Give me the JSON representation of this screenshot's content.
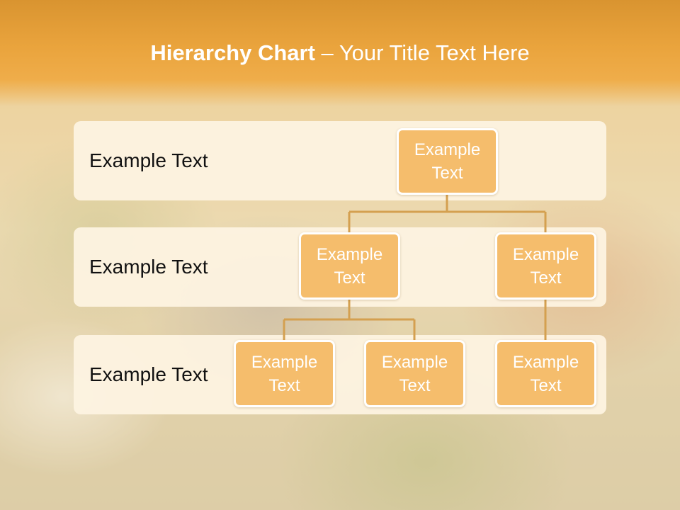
{
  "title": {
    "bold": "Hierarchy Chart",
    "rest": " – Your Title Text Here"
  },
  "levels": [
    {
      "label": "Example Text"
    },
    {
      "label": "Example Text"
    },
    {
      "label": "Example Text"
    }
  ],
  "nodes": {
    "root": "Example\nText",
    "level2_left": "Example\nText",
    "level2_right": "Example\nText",
    "level3_a": "Example\nText",
    "level3_b": "Example\nText",
    "level3_c": "Example\nText"
  },
  "colors": {
    "title_band": "#eaa43d",
    "node_fill": "#f5bd6c",
    "connector": "#d4a050",
    "band_fill": "#fdf3e1"
  }
}
